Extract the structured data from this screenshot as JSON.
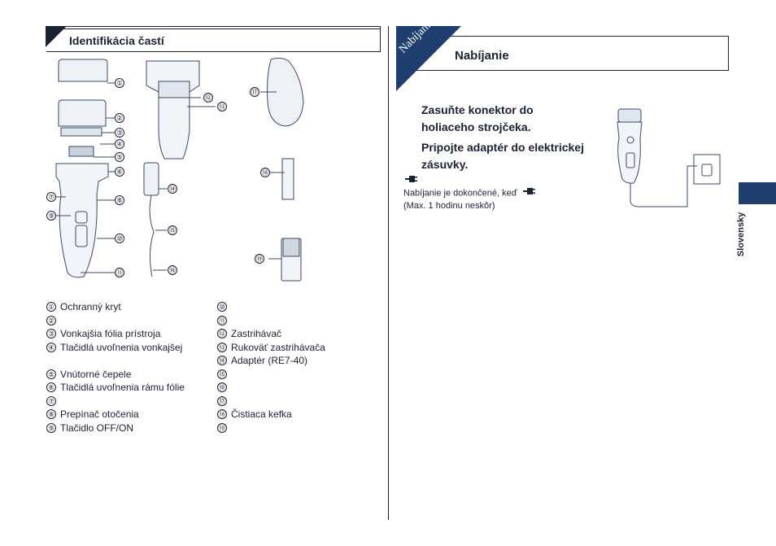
{
  "left": {
    "title": "Identifikácia častí",
    "callouts": [
      "①",
      "②",
      "③",
      "④",
      "⑤",
      "⑥",
      "⑦",
      "⑧",
      "⑨",
      "⑩",
      "⑪",
      "⑫",
      "⑬",
      "⑭",
      "⑮",
      "⑯",
      "⑰",
      "⑱",
      "⑲"
    ],
    "parts_col1": [
      {
        "num": "①",
        "label": "Ochranný kryt"
      },
      {
        "num": "②",
        "label": ""
      },
      {
        "num": "③",
        "label": "Vonkajšia fólia prístroja"
      },
      {
        "num": "④",
        "label": "Tlačidlá uvoľnenia vonkajšej"
      },
      {
        "num": "⑤",
        "label": "Vnútorné čepele"
      },
      {
        "num": "⑥",
        "label": "Tlačidlá uvoľnenia rámu fólie"
      },
      {
        "num": "⑦",
        "label": ""
      },
      {
        "num": "⑧",
        "label": "Prepínač otočenia"
      },
      {
        "num": "⑨",
        "label": "Tlačidlo OFF/ON"
      }
    ],
    "parts_col2": [
      {
        "num": "⑩",
        "label": ""
      },
      {
        "num": "⑪",
        "label": ""
      },
      {
        "num": "⑫",
        "label": "Zastrihávač"
      },
      {
        "num": "⑬",
        "label": "Rukoväť zastrihávača"
      },
      {
        "num": "⑭",
        "label": "Adaptér (RE7-40)"
      },
      {
        "num": "⑮",
        "label": ""
      },
      {
        "num": "⑯",
        "label": ""
      },
      {
        "num": "⑰",
        "label": ""
      },
      {
        "num": "⑱",
        "label": "Čistiaca kefka"
      },
      {
        "num": "⑲",
        "label": ""
      }
    ]
  },
  "right": {
    "corner_tag": "Nabíjanie",
    "title": "Nabíjanie",
    "step1": "Zasuňte konektor do holiaceho strojčeka.",
    "step2": "Pripojte adaptér do elektrickej zásuvky.",
    "note1": "Nabíjanie je dokončené, keď",
    "note2": "(Max. 1 hodinu neskôr)",
    "side_label": "Slovensky"
  },
  "colors": {
    "ink": "#1a2233",
    "accent": "#1f3f6e",
    "line": "#3a4a66"
  }
}
